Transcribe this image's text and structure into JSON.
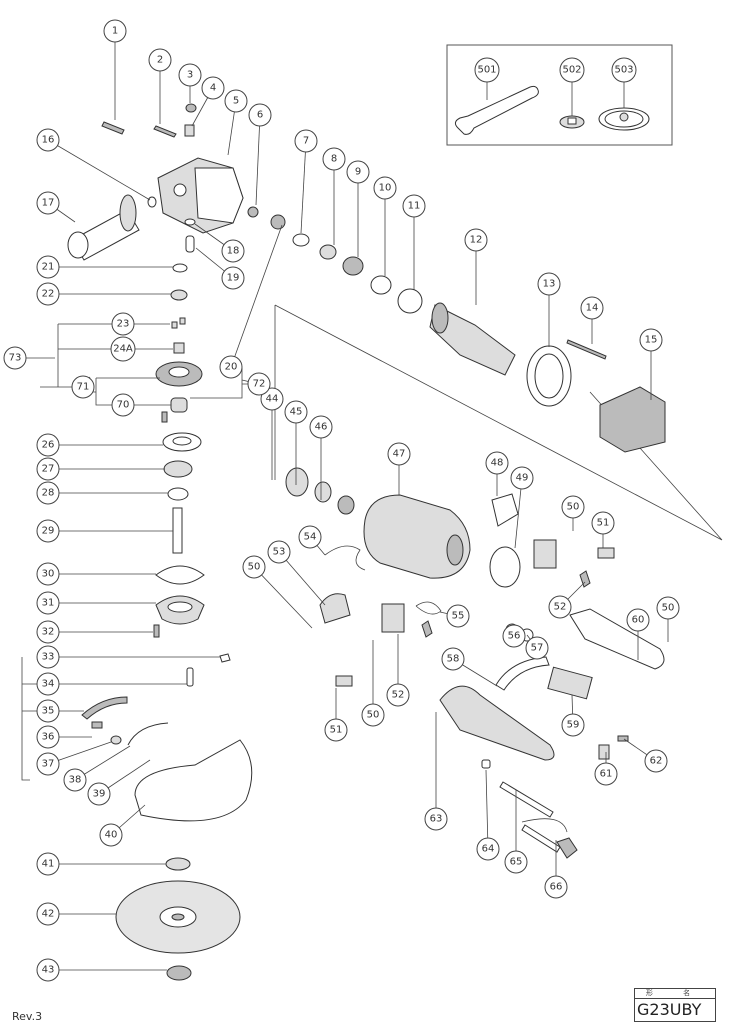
{
  "document": {
    "type": "exploded parts diagram",
    "revision": "Rev.3",
    "model_box": {
      "header": "形 名",
      "model": "G23UBY"
    }
  },
  "accessories": {
    "items": [
      {
        "id": "501",
        "depicts": "spanner wrench"
      },
      {
        "id": "502",
        "depicts": "wheel nut"
      },
      {
        "id": "503",
        "depicts": "wheel washer"
      }
    ]
  },
  "callouts": [
    "1",
    "2",
    "3",
    "4",
    "5",
    "6",
    "7",
    "8",
    "9",
    "10",
    "11",
    "12",
    "13",
    "14",
    "15",
    "16",
    "17",
    "18",
    "19",
    "20",
    "21",
    "22",
    "23",
    "24A",
    "26",
    "27",
    "28",
    "29",
    "30",
    "31",
    "32",
    "33",
    "34",
    "35",
    "36",
    "37",
    "38",
    "39",
    "40",
    "41",
    "42",
    "43",
    "44",
    "45",
    "46",
    "47",
    "48",
    "49",
    "50",
    "50",
    "50",
    "50",
    "51",
    "51",
    "52",
    "52",
    "53",
    "54",
    "55",
    "56",
    "57",
    "58",
    "59",
    "60",
    "61",
    "62",
    "63",
    "64",
    "65",
    "66",
    "70",
    "71",
    "72",
    "73"
  ]
}
